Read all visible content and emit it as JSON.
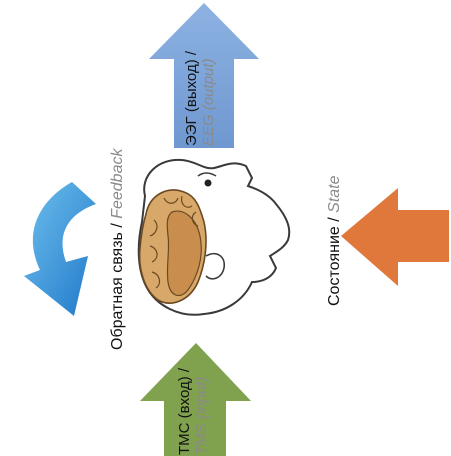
{
  "labels": {
    "eeg": {
      "ru": "ЭЭГ (выход) /",
      "en": "EEG (output)"
    },
    "tms": {
      "ru": "ТМС (вход) /",
      "en": "TMS (input)"
    },
    "feedback": {
      "ru": "Обратная связь / ",
      "en": "Feedback"
    },
    "state": {
      "ru": "Состояние / ",
      "en": "State"
    }
  },
  "colors": {
    "eeg_arrow": "#7ea6da",
    "tms_arrow": "#7fa04c",
    "state_arrow": "#e0763b",
    "feedback_arrow": "#3d97d8",
    "brain": "#d9a868",
    "head_outline": "#3a3a3a"
  },
  "icons": [
    "up-arrow-icon",
    "left-arrow-icon",
    "curved-arrow-icon",
    "head-brain-icon"
  ]
}
